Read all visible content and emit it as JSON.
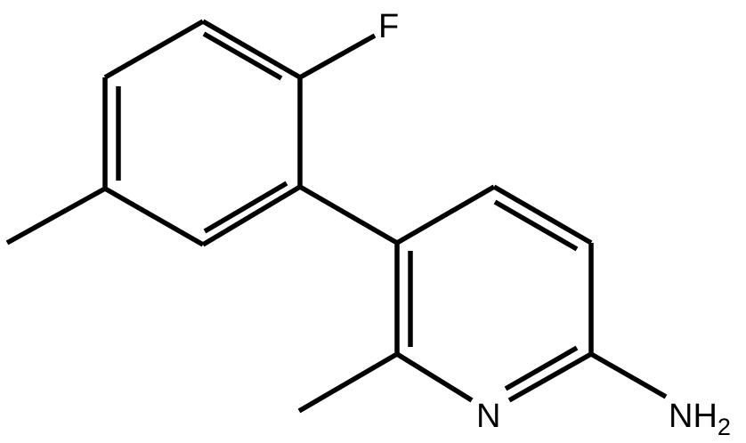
{
  "molecule": {
    "atoms": {
      "fluorine": {
        "symbol": "F"
      },
      "ring_nitrogen": {
        "symbol": "N"
      },
      "amine": {
        "symbol": "NH",
        "subscript": "2"
      }
    },
    "colors": {
      "ink": "#000000",
      "background": "#ffffff"
    }
  }
}
